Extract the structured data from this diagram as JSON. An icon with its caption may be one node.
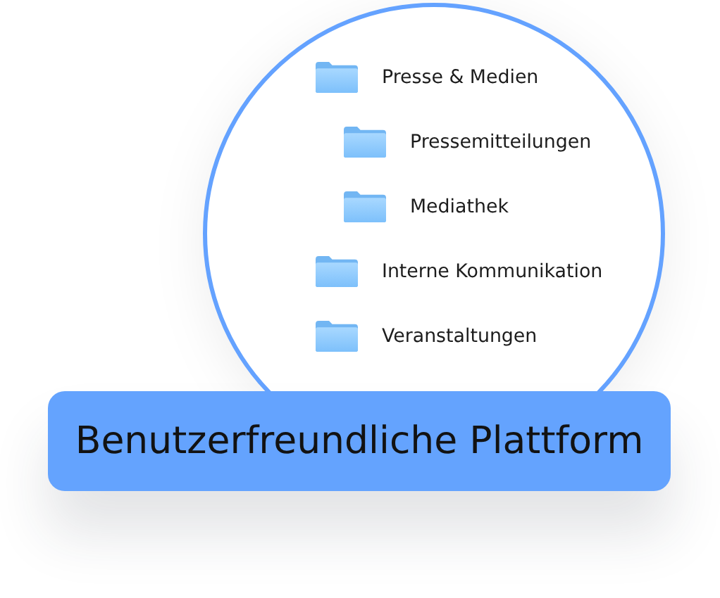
{
  "diagram": {
    "nodes": [
      {
        "text": [
          "Presse & Medien",
          "Pressemitteilungen",
          "Mediathek",
          "Interne Kommunikation",
          "Veranstaltungen"
        ]
      },
      {
        "text": [
          "Benutzerfreundliche Plattform"
        ]
      }
    ]
  }
}
